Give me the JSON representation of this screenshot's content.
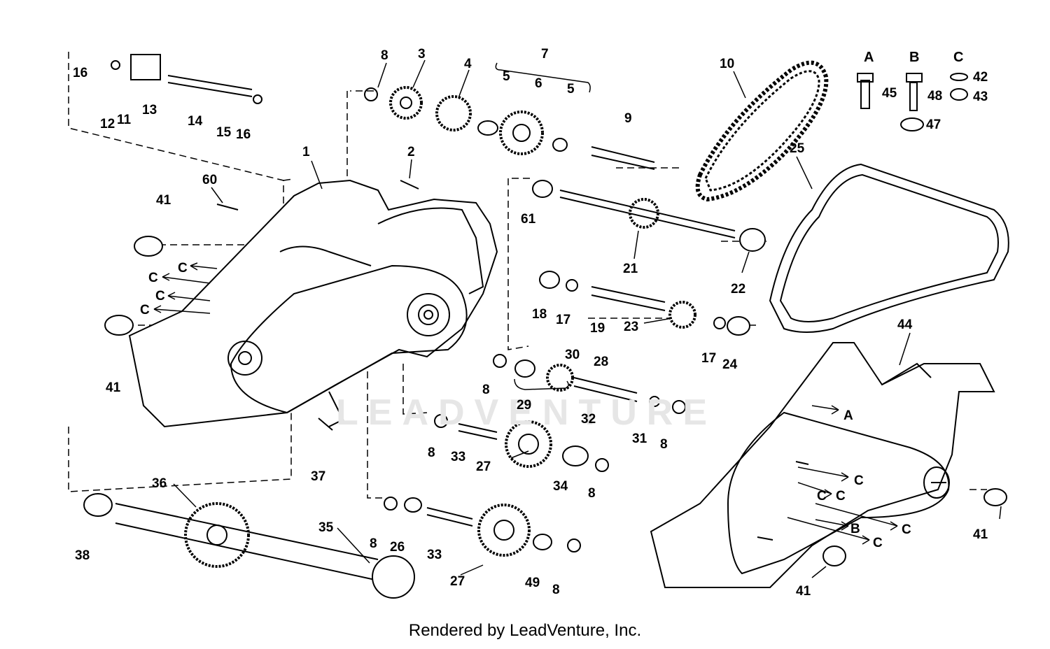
{
  "diagram": {
    "labels": [
      "1",
      "2",
      "3",
      "4",
      "5",
      "5",
      "6",
      "7",
      "8",
      "8",
      "8",
      "8",
      "8",
      "8",
      "8",
      "9",
      "10",
      "11",
      "12",
      "13",
      "14",
      "15",
      "16",
      "16",
      "17",
      "17",
      "18",
      "19",
      "21",
      "22",
      "23",
      "24",
      "25",
      "26",
      "27",
      "27",
      "28",
      "29",
      "30",
      "31",
      "32",
      "33",
      "33",
      "34",
      "35",
      "36",
      "37",
      "38",
      "41",
      "41",
      "41",
      "41",
      "42",
      "43",
      "44",
      "45",
      "47",
      "48",
      "49",
      "60",
      "61"
    ],
    "arrow_letters": [
      "A",
      "B",
      "C",
      "C",
      "C",
      "C",
      "C",
      "C",
      "C",
      "C",
      "C"
    ],
    "key_columns": [
      "A",
      "B",
      "C"
    ]
  },
  "watermark": "LEADVENTURE",
  "footer": "Rendered by LeadVenture, Inc."
}
